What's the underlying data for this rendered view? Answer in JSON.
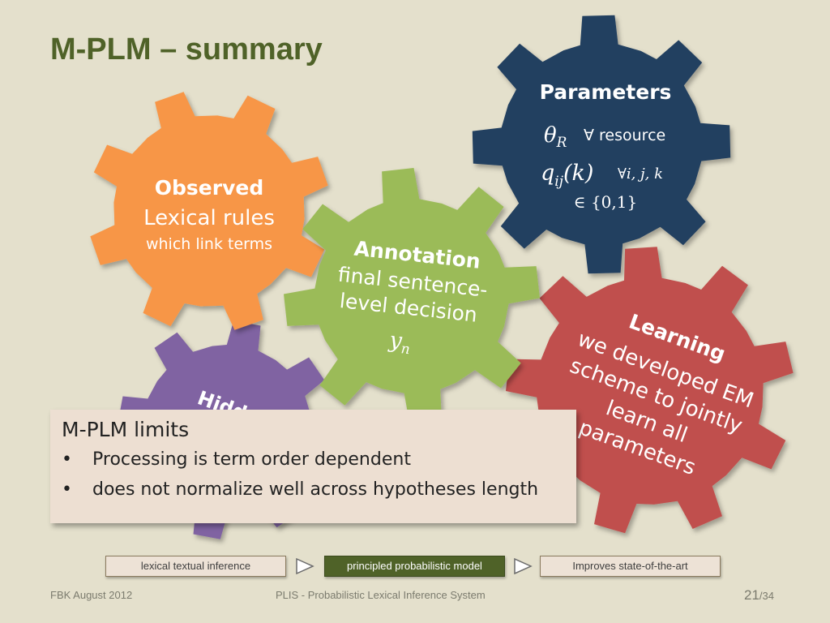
{
  "slide": {
    "title": "M-PLM – summary"
  },
  "gears": {
    "parameters": {
      "label": "Parameters",
      "line1_symbol": "θ",
      "line1_sub": "R",
      "line1_text": "∀ resource",
      "line2_symbol": "q",
      "line2_sub": "ij",
      "line2_arg": "(k)",
      "line2_text": "∀i, j, k",
      "line3": "∈ {0,1}",
      "color": "#243f60"
    },
    "observed": {
      "label": "Observed",
      "line1": "Lexical rules",
      "line2": "which link terms",
      "color": "#f79646"
    },
    "annotation": {
      "label": "Annotation",
      "line1": "final sentence-",
      "line2": "level decision",
      "symbol": "y",
      "sub": "n",
      "color": "#9bbb59"
    },
    "learning": {
      "label": "Learning",
      "line1": "we developed EM",
      "line2": "scheme to jointly",
      "line3": "learn all",
      "line4": "parameters",
      "color": "#c0504d"
    },
    "hidden": {
      "label": "Hidden",
      "color": "#8064a2"
    }
  },
  "limits": {
    "title": "M-PLM limits",
    "bullet": "•",
    "items": [
      "Processing  is term order dependent",
      "does not normalize well across hypotheses length"
    ]
  },
  "flow": {
    "steps": [
      "lexical textual inference",
      "principled probabilistic model",
      "Improves state-of-the-art"
    ]
  },
  "footer": {
    "left": "FBK August 2012",
    "center": "PLIS - Probabilistic Lexical Inference System",
    "page_current": "21",
    "page_total": "/34"
  }
}
